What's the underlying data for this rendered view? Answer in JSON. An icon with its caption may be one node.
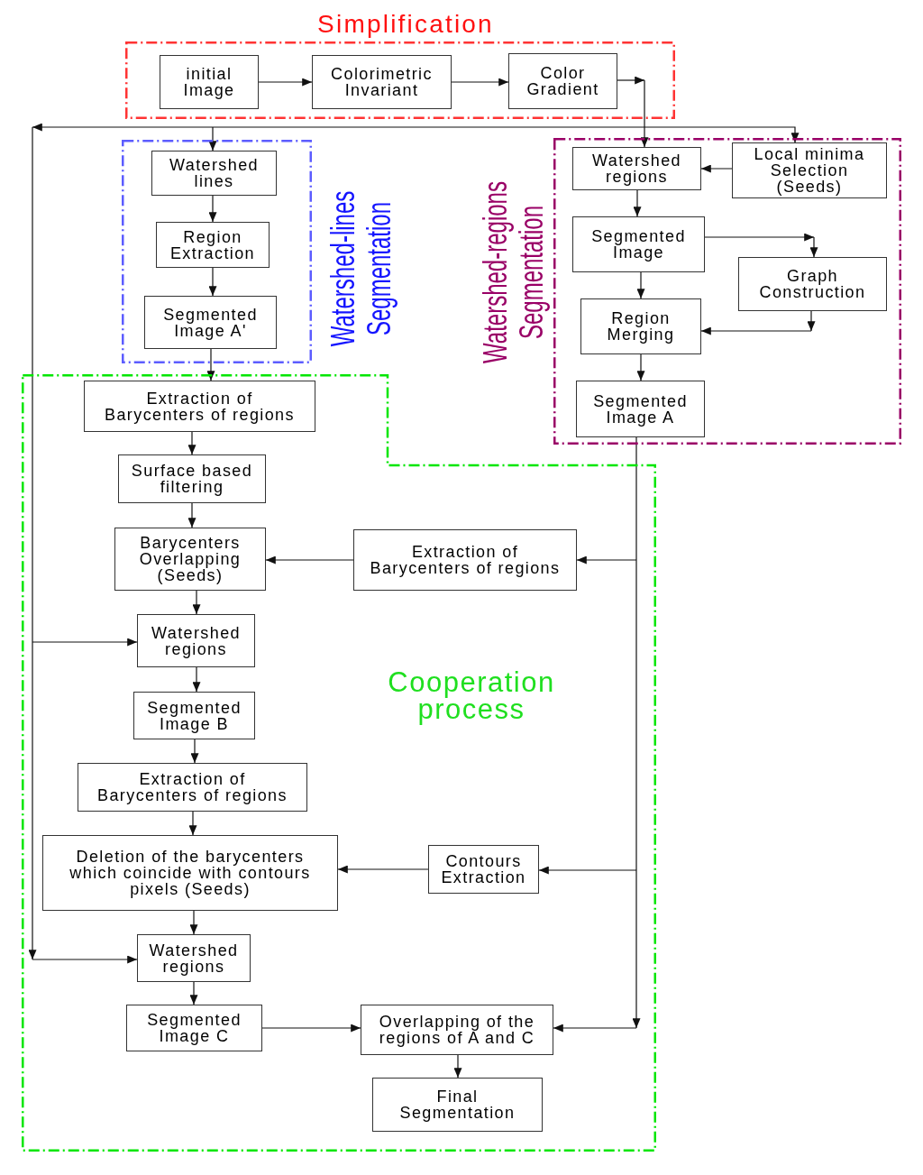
{
  "diagram": {
    "nodes": [
      {
        "text": [
          "Simplification"
        ]
      },
      {
        "text": [
          "initial Image"
        ],
        "in": 0
      },
      {
        "text": [
          "Colorimetric Invariant"
        ],
        "in": 0
      },
      {
        "text": [
          "Color Gradient"
        ],
        "in": 0
      },
      {
        "text": [
          "Watershed-lines Segmentation"
        ]
      },
      {
        "text": [
          "Watershed lines"
        ],
        "in": 4
      },
      {
        "text": [
          "Region Extraction"
        ],
        "in": 4
      },
      {
        "text": [
          "Segmented Image A'"
        ],
        "in": 4
      },
      {
        "text": [
          "Watershed-regions Segmentation"
        ]
      },
      {
        "text": [
          "Watershed regions"
        ],
        "in": 8
      },
      {
        "text": [
          "Local minima Selection (Seeds)"
        ],
        "in": 8
      },
      {
        "text": [
          "Segmented Image"
        ],
        "in": 8
      },
      {
        "text": [
          "Graph Construction"
        ],
        "in": 8
      },
      {
        "text": [
          "Region Merging"
        ],
        "in": 8
      },
      {
        "text": [
          "Segmented Image A"
        ],
        "in": 8
      },
      {
        "text": [
          "Cooperation process"
        ]
      },
      {
        "text": [
          "Extraction of Barycenters of regions"
        ],
        "in": 15
      },
      {
        "text": [
          "Surface based filtering"
        ],
        "in": 15
      },
      {
        "text": [
          "Barycenters Overlapping (Seeds)"
        ],
        "in": 15
      },
      {
        "text": [
          "Extraction of Barycenters of regions"
        ],
        "in": 15
      },
      {
        "text": [
          "Watershed regions"
        ],
        "in": 15
      },
      {
        "text": [
          "Segmented Image B"
        ],
        "in": 15
      },
      {
        "text": [
          "Extraction of Barycenters of regions"
        ],
        "in": 15
      },
      {
        "text": [
          "Deletion of the barycenters which coincide with contours pixels (Seeds)"
        ],
        "in": 15
      },
      {
        "text": [
          "Contours Extraction"
        ],
        "in": 15
      },
      {
        "text": [
          "Watershed regions"
        ],
        "in": 15
      },
      {
        "text": [
          "Segmented Image C"
        ],
        "in": 15
      },
      {
        "text": [
          "Overlapping of the regions of A and C"
        ],
        "in": 15
      },
      {
        "text": [
          "Final Segmentation"
        ],
        "in": 15
      }
    ],
    "edges": [
      {
        "from": 1,
        "to": 2,
        "arrow": "to"
      },
      {
        "from": 2,
        "to": 3,
        "arrow": "to"
      },
      {
        "from": 3,
        "to": 9,
        "arrow": "to"
      },
      {
        "from": 3,
        "to": 10,
        "arrow": "to"
      },
      {
        "from": 3,
        "to": 5,
        "arrow": "to"
      },
      {
        "from": 3,
        "to": 20,
        "arrow": "to"
      },
      {
        "from": 3,
        "to": 25,
        "arrow": "to"
      },
      {
        "from": 10,
        "to": 9,
        "arrow": "to"
      },
      {
        "from": 9,
        "to": 11,
        "arrow": "to"
      },
      {
        "from": 11,
        "to": 12,
        "arrow": "to"
      },
      {
        "from": 11,
        "to": 13,
        "arrow": "to"
      },
      {
        "from": 12,
        "to": 13,
        "arrow": "to"
      },
      {
        "from": 13,
        "to": 14,
        "arrow": "to"
      },
      {
        "from": 5,
        "to": 6,
        "arrow": "to"
      },
      {
        "from": 6,
        "to": 7,
        "arrow": "to"
      },
      {
        "from": 7,
        "to": 16,
        "arrow": "to"
      },
      {
        "from": 16,
        "to": 17,
        "arrow": "to"
      },
      {
        "from": 17,
        "to": 18,
        "arrow": "to"
      },
      {
        "from": 14,
        "to": 19,
        "arrow": "to"
      },
      {
        "from": 19,
        "to": 18,
        "arrow": "to"
      },
      {
        "from": 18,
        "to": 20,
        "arrow": "to"
      },
      {
        "from": 20,
        "to": 21,
        "arrow": "to"
      },
      {
        "from": 21,
        "to": 22,
        "arrow": "to"
      },
      {
        "from": 22,
        "to": 23,
        "arrow": "to"
      },
      {
        "from": 14,
        "to": 24,
        "arrow": "to"
      },
      {
        "from": 24,
        "to": 23,
        "arrow": "to"
      },
      {
        "from": 23,
        "to": 25,
        "arrow": "to"
      },
      {
        "from": 25,
        "to": 26,
        "arrow": "to"
      },
      {
        "from": 14,
        "to": 27,
        "arrow": "to"
      },
      {
        "from": 26,
        "to": 27,
        "arrow": "to"
      },
      {
        "from": 27,
        "to": 28,
        "arrow": "to"
      }
    ]
  }
}
